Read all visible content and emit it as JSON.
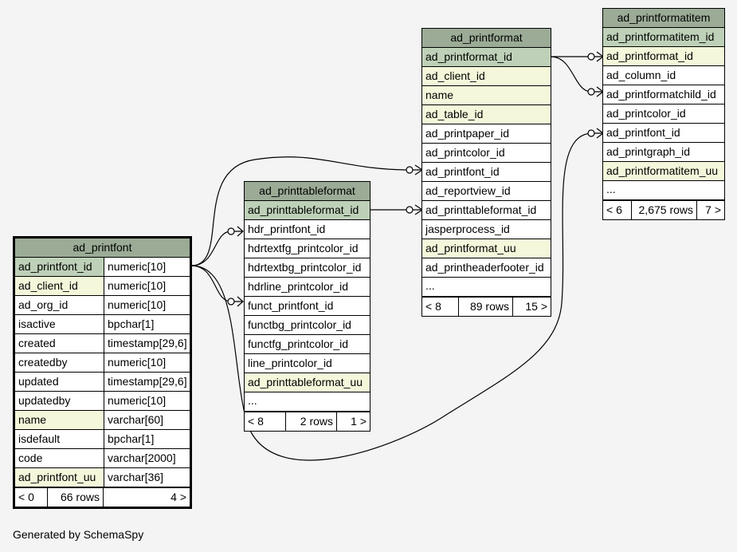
{
  "tables": {
    "ad_printfont": {
      "title": "ad_printfont",
      "columns": [
        {
          "name": "ad_printfont_id",
          "type": "numeric[10]"
        },
        {
          "name": "ad_client_id",
          "type": "numeric[10]"
        },
        {
          "name": "ad_org_id",
          "type": "numeric[10]"
        },
        {
          "name": "isactive",
          "type": "bpchar[1]"
        },
        {
          "name": "created",
          "type": "timestamp[29,6]"
        },
        {
          "name": "createdby",
          "type": "numeric[10]"
        },
        {
          "name": "updated",
          "type": "timestamp[29,6]"
        },
        {
          "name": "updatedby",
          "type": "numeric[10]"
        },
        {
          "name": "name",
          "type": "varchar[60]"
        },
        {
          "name": "isdefault",
          "type": "bpchar[1]"
        },
        {
          "name": "code",
          "type": "varchar[2000]"
        },
        {
          "name": "ad_printfont_uu",
          "type": "varchar[36]"
        }
      ],
      "footer": {
        "parents": "< 0",
        "rows": "66 rows",
        "children": "4 >"
      }
    },
    "ad_printtableformat": {
      "title": "ad_printtableformat",
      "columns": [
        "ad_printtableformat_id",
        "hdr_printfont_id",
        "hdrtextfg_printcolor_id",
        "hdrtextbg_printcolor_id",
        "hdrline_printcolor_id",
        "funct_printfont_id",
        "functbg_printcolor_id",
        "functfg_printcolor_id",
        "line_printcolor_id",
        "ad_printtableformat_uu",
        "..."
      ],
      "footer": {
        "parents": "< 8",
        "rows": "2 rows",
        "children": "1 >"
      }
    },
    "ad_printformat": {
      "title": "ad_printformat",
      "columns": [
        "ad_printformat_id",
        "ad_client_id",
        "name",
        "ad_table_id",
        "ad_printpaper_id",
        "ad_printcolor_id",
        "ad_printfont_id",
        "ad_reportview_id",
        "ad_printtableformat_id",
        "jasperprocess_id",
        "ad_printformat_uu",
        "ad_printheaderfooter_id",
        "..."
      ],
      "footer": {
        "parents": "< 8",
        "rows": "89 rows",
        "children": "15 >"
      }
    },
    "ad_printformatitem": {
      "title": "ad_printformatitem",
      "columns": [
        "ad_printformatitem_id",
        "ad_printformat_id",
        "ad_column_id",
        "ad_printformatchild_id",
        "ad_printcolor_id",
        "ad_printfont_id",
        "ad_printgraph_id",
        "ad_printformatitem_uu",
        "..."
      ],
      "footer": {
        "parents": "< 6",
        "rows": "2,675 rows",
        "children": "7 >"
      }
    }
  },
  "colors": {
    "header": "#9bab96",
    "primary_key": "#bed1b8",
    "indexed": "#f4f7da",
    "background": "#f4f4f4"
  },
  "generated_by": "Generated by SchemaSpy"
}
